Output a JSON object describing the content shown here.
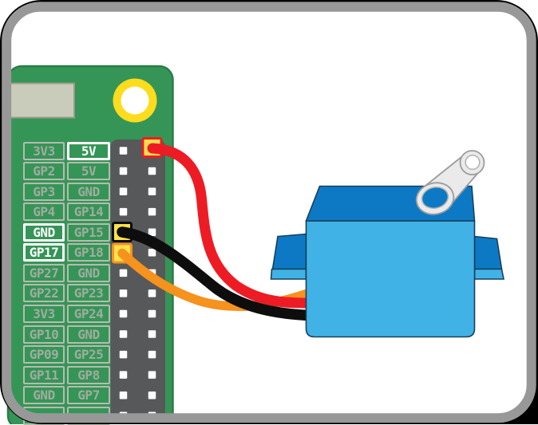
{
  "diagram": {
    "type": "gpio-servo-wiring",
    "highlighted_pins": [
      "5V",
      "GND",
      "GP17"
    ]
  },
  "pin_rows": [
    {
      "left": "3V3",
      "right": "5V",
      "highlight": "right"
    },
    {
      "left": "GP2",
      "right": "5V",
      "highlight": ""
    },
    {
      "left": "GP3",
      "right": "GND",
      "highlight": ""
    },
    {
      "left": "GP4",
      "right": "GP14",
      "highlight": ""
    },
    {
      "left": "GND",
      "right": "GP15",
      "highlight": "left"
    },
    {
      "left": "GP17",
      "right": "GP18",
      "highlight": "left"
    },
    {
      "left": "GP27",
      "right": "GND",
      "highlight": ""
    },
    {
      "left": "GP22",
      "right": "GP23",
      "highlight": ""
    },
    {
      "left": "3V3",
      "right": "GP24",
      "highlight": ""
    },
    {
      "left": "GP10",
      "right": "GND",
      "highlight": ""
    },
    {
      "left": "GP09",
      "right": "GP25",
      "highlight": ""
    },
    {
      "left": "GP11",
      "right": "GP8",
      "highlight": ""
    },
    {
      "left": "GND",
      "right": "GP7",
      "highlight": ""
    },
    {
      "left": "",
      "right": "",
      "highlight": ""
    }
  ],
  "wires": [
    {
      "id": "wire-5v",
      "color": "#ed1c24",
      "connects": "5V"
    },
    {
      "id": "wire-gnd",
      "color": "#0d0d0d",
      "connects": "GND"
    },
    {
      "id": "wire-gp17",
      "color": "#f6921e",
      "connects": "GP17"
    }
  ],
  "pcb": {
    "board_color": "#359557",
    "board_edge_color": "#2a7d46",
    "chip_color": "#c9ccba",
    "chip_edge_color": "#999c85",
    "hole_ring_color": "#fcdc1c",
    "hole_center_color": "#ffffff",
    "header_color": "#57585a",
    "pin_color": "#ffffff",
    "pad_color": "#ffe24b"
  },
  "servo": {
    "body_color": "#41b2e5",
    "top_color": "#0d79c4",
    "horn_color": "#eaeaea",
    "horn_edge_color": "#9c9c9c"
  },
  "frame": {
    "border_black": "#000000",
    "border_gray": "#989898"
  }
}
